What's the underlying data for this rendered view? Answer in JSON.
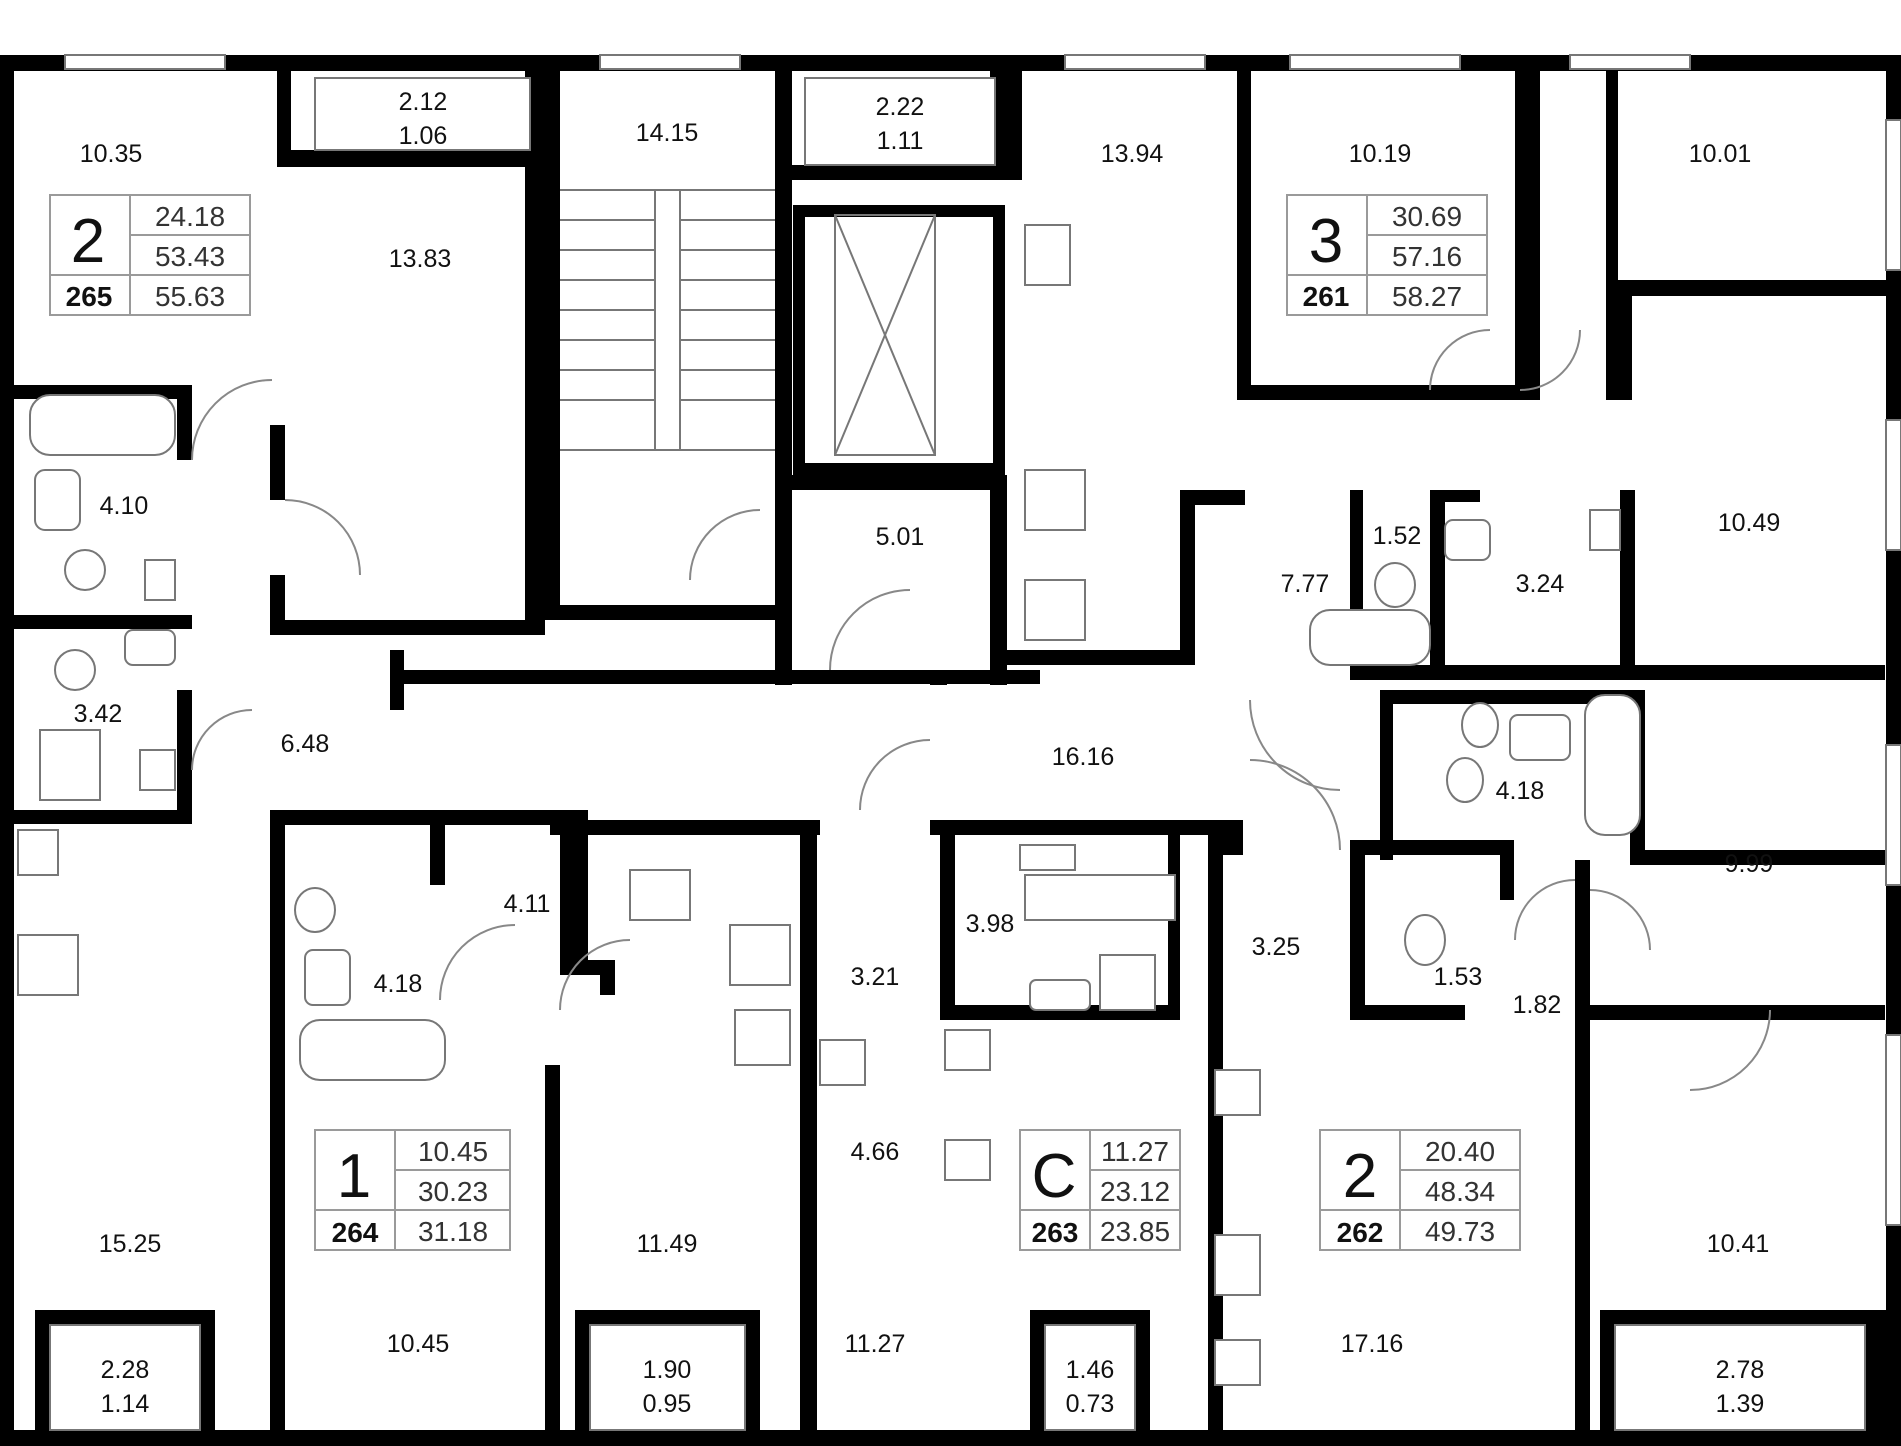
{
  "colors": {
    "wall": "#000000",
    "line": "#7a7a7a",
    "background": "#ffffff",
    "badge_border": "#9a9a9a"
  },
  "rooms": [
    {
      "key": "r265_room",
      "label": "10.35"
    },
    {
      "key": "r265_bath",
      "label": "4.10"
    },
    {
      "key": "r265_wc",
      "label": "3.42"
    },
    {
      "key": "r265_hall",
      "label": "6.48"
    },
    {
      "key": "r265_kitchen",
      "label": "15.25"
    },
    {
      "key": "r265_room2",
      "label": "13.83"
    },
    {
      "key": "stair",
      "label": "14.15"
    },
    {
      "key": "lobby",
      "label": "5.01"
    },
    {
      "key": "r261_kitchen",
      "label": "13.94"
    },
    {
      "key": "r261_room1",
      "label": "10.19"
    },
    {
      "key": "r261_room2",
      "label": "10.01"
    },
    {
      "key": "r261_hall",
      "label": "7.77"
    },
    {
      "key": "r261_wc",
      "label": "1.52"
    },
    {
      "key": "r261_bath",
      "label": "3.24"
    },
    {
      "key": "r261_room3",
      "label": "10.49"
    },
    {
      "key": "corridor",
      "label": "16.16"
    },
    {
      "key": "r262_bath",
      "label": "4.18"
    },
    {
      "key": "r262_room1",
      "label": "9.99"
    },
    {
      "key": "r262_hall",
      "label": "3.25"
    },
    {
      "key": "r262_wc",
      "label": "1.53"
    },
    {
      "key": "r262_nook",
      "label": "1.82"
    },
    {
      "key": "r262_room2",
      "label": "10.41"
    },
    {
      "key": "r262_kitchen",
      "label": "17.16"
    },
    {
      "key": "r264_hall",
      "label": "4.11"
    },
    {
      "key": "r264_bath",
      "label": "4.18"
    },
    {
      "key": "r264_room",
      "label": "10.45"
    },
    {
      "key": "r264_kitchen",
      "label": "11.49"
    },
    {
      "key": "r263_hall",
      "label": "3.21"
    },
    {
      "key": "r263_bath",
      "label": "3.98"
    },
    {
      "key": "r263_kitchen",
      "label": "4.66"
    },
    {
      "key": "r263_room",
      "label": "11.27"
    }
  ],
  "balconies": [
    {
      "key": "b1",
      "area": "2.12",
      "coef": "1.06"
    },
    {
      "key": "b2",
      "area": "2.22",
      "coef": "1.11"
    },
    {
      "key": "b3",
      "area": "2.28",
      "coef": "1.14"
    },
    {
      "key": "b4",
      "area": "1.90",
      "coef": "0.95"
    },
    {
      "key": "b5",
      "area": "1.46",
      "coef": "0.73"
    },
    {
      "key": "b6",
      "area": "2.78",
      "coef": "1.39"
    }
  ],
  "apartments": [
    {
      "key": "a265",
      "rooms": "2",
      "number": "265",
      "living": "24.18",
      "total": "53.43",
      "total_with_balcony": "55.63"
    },
    {
      "key": "a261",
      "rooms": "3",
      "number": "261",
      "living": "30.69",
      "total": "57.16",
      "total_with_balcony": "58.27"
    },
    {
      "key": "a264",
      "rooms": "1",
      "number": "264",
      "living": "10.45",
      "total": "30.23",
      "total_with_balcony": "31.18"
    },
    {
      "key": "a263",
      "rooms": "С",
      "number": "263",
      "living": "11.27",
      "total": "23.12",
      "total_with_balcony": "23.85"
    },
    {
      "key": "a262",
      "rooms": "2",
      "number": "262",
      "living": "20.40",
      "total": "48.34",
      "total_with_balcony": "49.73"
    }
  ]
}
